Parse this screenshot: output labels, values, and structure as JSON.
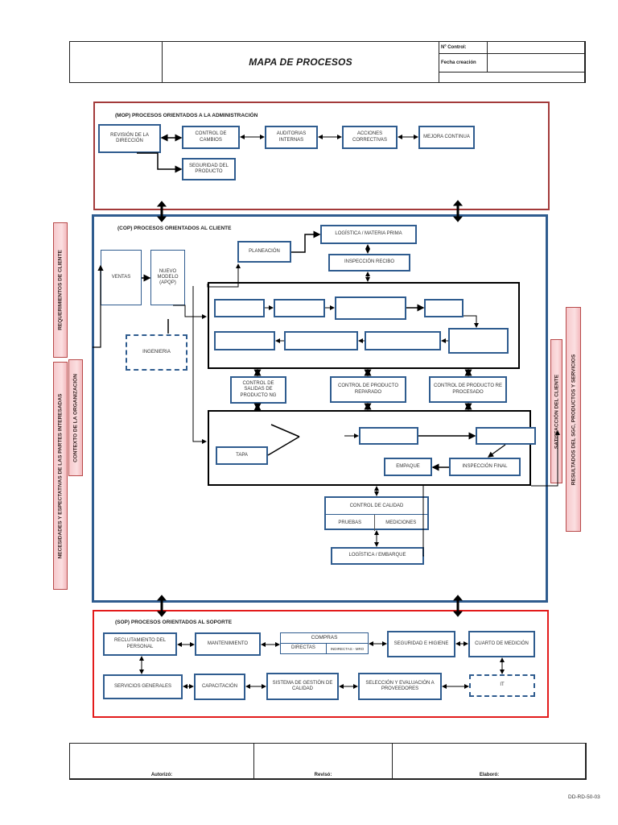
{
  "header": {
    "title": "MAPA DE PROCESOS",
    "control_label": "Nº Control:",
    "control_value": "",
    "fecha_label": "Fecha creación",
    "fecha_value": ""
  },
  "mop": {
    "title": "(MOP) PROCESOS ORIENTADOS A LA ADMINISTRACIÓN",
    "boxes": {
      "revision": "REVISIÓN DE LA DIRECCIÓN",
      "control_cambios": "CONTROL DE CAMBIOS",
      "auditorias": "AUDITORIAS INTERNAS",
      "acciones": "ACCIONES CORRECTIVAS",
      "mejora": "MEJORA CONTINUA",
      "seguridad": "SEGURIDAD DEL PRODUCTO"
    }
  },
  "cop": {
    "title": "(COP) PROCESOS ORIENTADOS AL CLIENTE",
    "boxes": {
      "ventas": "VENTAS",
      "nuevo_modelo": "NUEVO MODELO (APQP)",
      "ingenieria": "INGENIERIA",
      "planeacion": "PLANEACIÓN",
      "logistica_mp": "LOGÍSTICA / MATERIA PRIMA",
      "inspeccion_recibo": "INSPECCIÓN RECIBO",
      "control_salidas": "CONTROL DE SALIDAS DE PRODUCTO NG",
      "control_reparado": "CONTROL DE PRODUCTO REPARADO",
      "control_reprocesado": "CONTROL DE PRODUCTO RE PROCESADO",
      "tapa": "TAPA",
      "empaque": "EMPAQUE",
      "inspeccion_final": "INSPECCIÓN FINAL",
      "control_calidad": "CONTROL DE CALIDAD",
      "pruebas": "PRUEBAS",
      "mediciones": "MEDICIONES",
      "logistica_embarque": "LOGÍSTICA / EMBARQUE"
    }
  },
  "sop": {
    "title": "(SOP) PROCESOS ORIENTADOS AL SOPORTE",
    "boxes": {
      "reclutamiento": "RECLUTAMIENTO DEL PERSONAL",
      "mantenimiento": "MANTENIMIENTO",
      "compras": "COMPRAS",
      "directas": "DIRECTAS",
      "indirectas": "INDIRECTAS - MRO",
      "seguridad_higiene": "SEGURIDAD E HIGIENE",
      "cuarto_medicion": "CUARTO DE MEDICIÓN",
      "servicios": "SERVICIOS GENERALES",
      "capacitacion": "CAPACITACIÓN",
      "sgc": "SISTEMA DE GESTIÓN DE CALIDAD",
      "seleccion": "SELECCIÓN Y EVALUACIÓN A PROVEEDORES",
      "it": "IT"
    }
  },
  "side": {
    "requerimientos": "REQUERIMIENTOS DE CLIENTE",
    "necesidades": "NECESIDADES Y ESPECTATIVAS DE LAS PARTES INTERESADAS",
    "contexto": "CONTEXTO DE LA ORGANIZACIÓN",
    "satisfaccion": "SATISFACCIÓN DEL CLIENTE",
    "resultados": "RESULTADOS DEL SGC, PRODUCTOS Y SERVICIOS"
  },
  "footer": {
    "autorizo": "Autorizó:",
    "reviso": "Revisó:",
    "elaboro": "Elaboró:",
    "code": "DD-RD-50-03"
  }
}
